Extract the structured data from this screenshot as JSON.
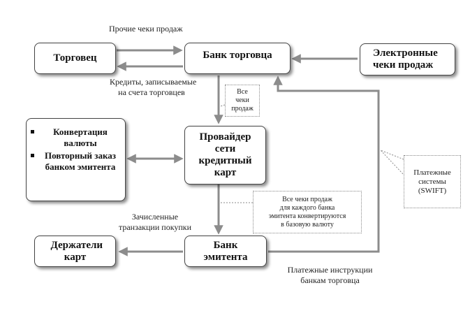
{
  "nodes": {
    "merchant": "Торговец",
    "merchant_bank": "Банк торговца",
    "electronic_receipts": "Электронные чеки продаж",
    "network_provider": "Провайдер сети кредитный карт",
    "issuer_bank": "Банк эмитента",
    "cardholders": "Держатели карт",
    "conversion_items": [
      "Конвертация валюты",
      "Повторный заказ банком эмитента"
    ]
  },
  "labels": {
    "other_receipts": "Прочие чеки продаж",
    "credits_line1": "Кредиты, записываемые",
    "credits_line2": "на счета торговцев",
    "credited_line1": "Зачисленные",
    "credited_line2": "транзакции покупки",
    "payment_instr_line1": "Платежные инструкции",
    "payment_instr_line2": "банкам торговца"
  },
  "notes": {
    "all_receipts": [
      "Все",
      "чеки",
      "продаж"
    ],
    "per_issuer": [
      "Все чеки продаж",
      "для каждого банка",
      "эмитента конвертируются",
      "в базовую валюту"
    ],
    "payment_systems": [
      "Платежные",
      "системы",
      "(SWIFT)"
    ]
  },
  "colors": {
    "arrow": "#8c8c8c",
    "border": "#444444",
    "shadow": "#555555"
  }
}
